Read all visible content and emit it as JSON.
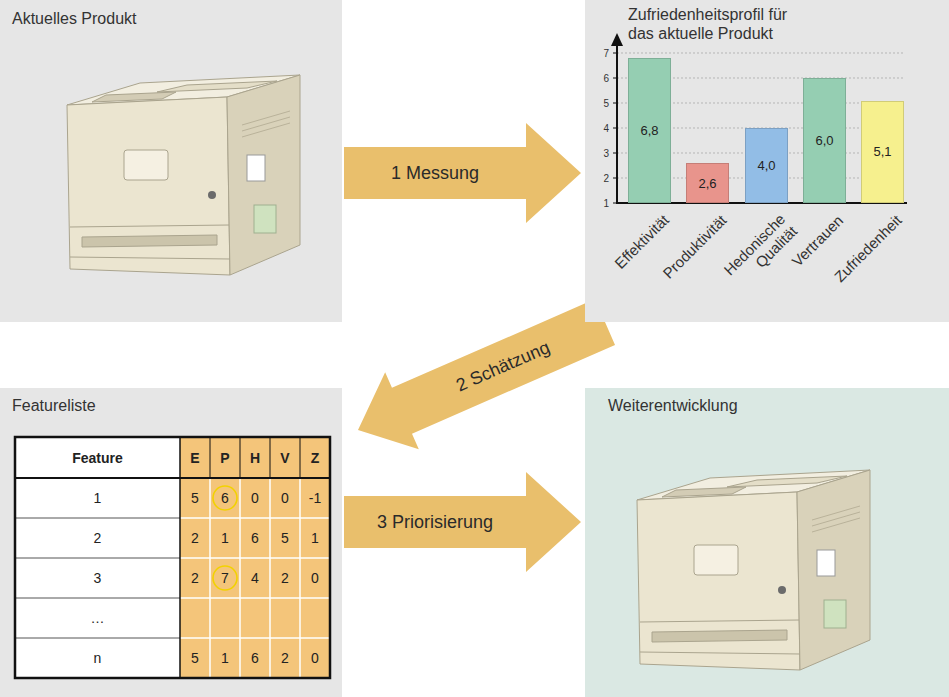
{
  "diagram": {
    "nodes": [
      {
        "text": [
          "Aktuelles Produkt"
        ]
      },
      {
        "text": [
          "Zufriedenheitsprofil für das aktuelle Produkt"
        ]
      },
      {
        "text": [
          "6,8"
        ],
        "in": 1
      },
      {
        "text": [
          "2,6"
        ],
        "in": 1
      },
      {
        "text": [
          "4,0"
        ],
        "in": 1
      },
      {
        "text": [
          "6,0"
        ],
        "in": 1
      },
      {
        "text": [
          "5,1"
        ],
        "in": 1
      },
      {
        "text": [
          "Featureliste"
        ]
      },
      {
        "text": [
          "Weiterentwicklung"
        ]
      }
    ],
    "edges": [
      {
        "from": 0,
        "to": 1,
        "arrow": "to",
        "label": "1 Messung"
      },
      {
        "from": 1,
        "to": 7,
        "arrow": "to",
        "label": "2 Schätzung"
      },
      {
        "from": 7,
        "to": 8,
        "arrow": "to",
        "label": "3 Priorisierung"
      }
    ],
    "labels": [
      "7",
      "6",
      "5",
      "4",
      "3",
      "2",
      "1",
      "Effektivität",
      "Produktivität",
      "Hedonische Qualität",
      "Vertrauen",
      "Zufriedenheit",
      "Feature",
      "E",
      "P",
      "H",
      "V",
      "Z",
      "1",
      "5",
      "6",
      "0",
      "0",
      "-1",
      "2",
      "2",
      "1",
      "6",
      "5",
      "1",
      "3",
      "2",
      "7",
      "4",
      "2",
      "0",
      "…",
      "n",
      "5",
      "1",
      "6",
      "2",
      "0"
    ]
  }
}
